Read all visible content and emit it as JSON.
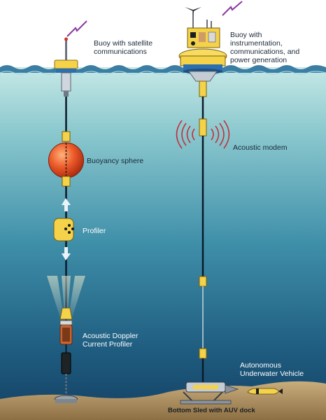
{
  "labels": {
    "buoy_satellite": [
      "Buoy with satellite",
      "communications"
    ],
    "buoy_instrumentation": [
      "Buoy with",
      "instrumentation,",
      "communications, and",
      "power generation"
    ],
    "buoyancy_sphere": "Buoyancy sphere",
    "acoustic_modem": "Acoustic modem",
    "profiler": "Profiler",
    "adcp": [
      "Acoustic Doppler",
      "Current Profiler"
    ],
    "auv": [
      "Autonomous",
      "Underwater Vehicle"
    ],
    "bottom_sled": "Bottom Sled with AUV dock"
  },
  "colors": {
    "sky": "#ffffff",
    "water_top": "#bfe4e4",
    "water_mid": "#3f8fa9",
    "water_deep": "#123f63",
    "seabed": "#b89a6a",
    "buoy_yellow": "#f4d24a",
    "sphere_orange": "#e8552a",
    "signal_purple": "#8a3aa0",
    "modem_rings": "#c0303a"
  }
}
